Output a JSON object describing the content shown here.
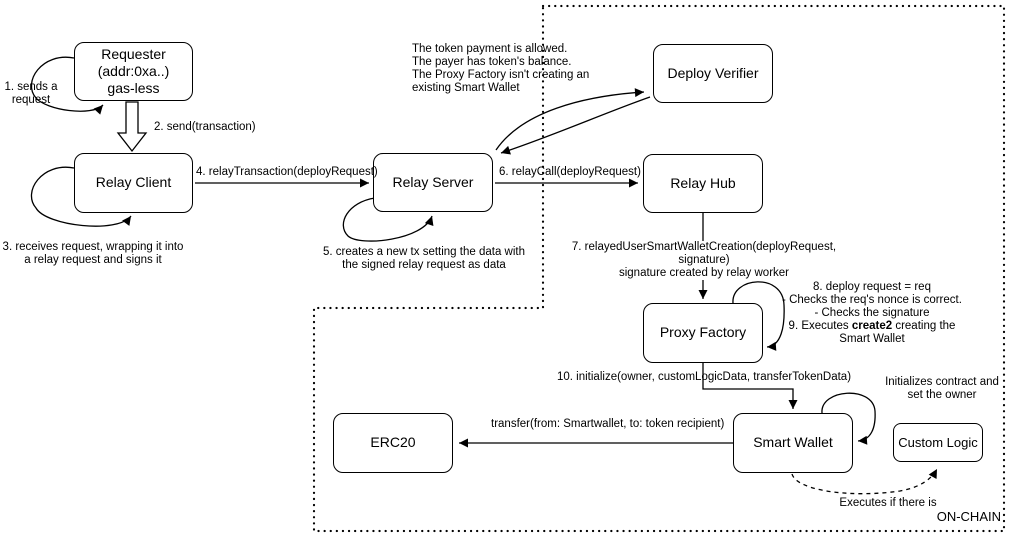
{
  "colors": {
    "line": "#000000",
    "background": "#ffffff"
  },
  "boxes": {
    "requester": {
      "label": "Requester\n(addr:0xa..)\ngas-less"
    },
    "relay_client": {
      "label": "Relay Client"
    },
    "relay_server": {
      "label": "Relay Server"
    },
    "deploy_verifier": {
      "label": "Deploy Verifier"
    },
    "relay_hub": {
      "label": "Relay Hub"
    },
    "proxy_factory": {
      "label": "Proxy Factory"
    },
    "smart_wallet": {
      "label": "Smart Wallet"
    },
    "erc20": {
      "label": "ERC20"
    },
    "custom_logic": {
      "label": "Custom Logic"
    }
  },
  "annotations": {
    "step1": "1. sends a\nrequest",
    "step2": "2. send(transaction)",
    "step3": "3. receives request, wrapping it into\na relay request and signs it",
    "step4": "4. relayTransaction(deployRequest)",
    "step5": "5. creates a new tx setting the data with\nthe signed relay request as data",
    "step6": "6. relayCall(deployRequest)",
    "verifier_note": "The token payment is allowed.\nThe payer has token's balance.\nThe Proxy Factory isn't creating an\nexisting Smart Wallet",
    "step7": "7. relayedUserSmartWalletCreation(deployRequest, signature)\nsignature created by relay worker",
    "step8_before": "8. deploy request = req\n- Checks the req's nonce is correct.\n- Checks the signature\n9. Executes ",
    "step8_bold": "create2",
    "step8_after": " creating the\nSmart Wallet",
    "step10": "10. initialize(owner, customLogicData, transferTokenData)",
    "init_note": "Initializes contract and\nset the owner",
    "transfer_label": "transfer(from: Smartwallet, to: token recipient)",
    "executes_label": "Executes if there is",
    "onchain_label": "ON-CHAIN"
  }
}
